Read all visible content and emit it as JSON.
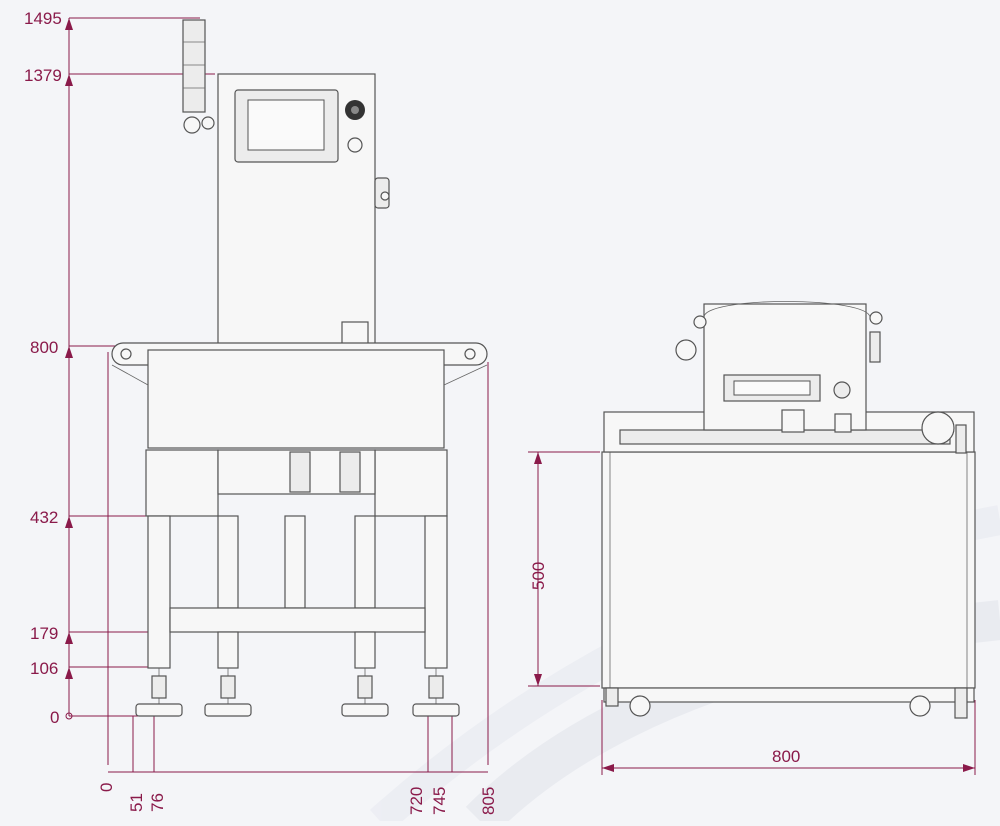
{
  "front_view": {
    "height_labels": [
      "1495",
      "1379",
      "800",
      "432",
      "179",
      "106",
      "0"
    ],
    "width_labels": [
      "0",
      "51",
      "76",
      "720",
      "745",
      "805"
    ]
  },
  "side_view": {
    "height_label": "500",
    "width_label": "800"
  }
}
